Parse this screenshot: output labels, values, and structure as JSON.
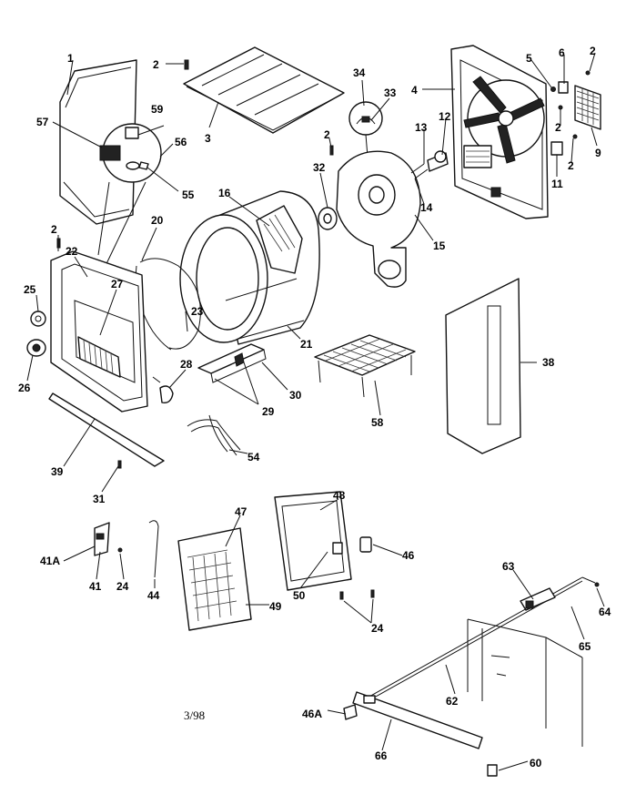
{
  "date_code": "3/98",
  "parts": [
    "1",
    "2",
    "3",
    "4",
    "5",
    "6",
    "9",
    "11",
    "12",
    "13",
    "14",
    "15",
    "16",
    "20",
    "21",
    "22",
    "23",
    "24",
    "25",
    "26",
    "27",
    "28",
    "29",
    "30",
    "31",
    "32",
    "33",
    "34",
    "38",
    "39",
    "41",
    "41A",
    "44",
    "46",
    "46A",
    "47",
    "48",
    "49",
    "50",
    "54",
    "55",
    "56",
    "57",
    "58",
    "59",
    "60",
    "62",
    "63",
    "64",
    "65",
    "66"
  ]
}
